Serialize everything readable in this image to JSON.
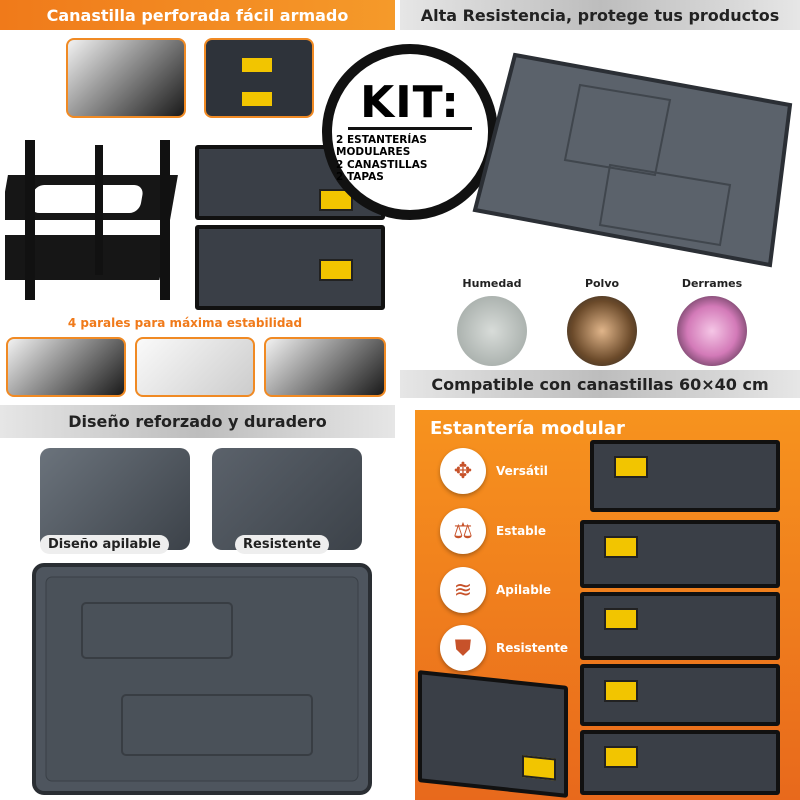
{
  "top_left": {
    "banner": "Canastilla perforada fácil armado",
    "caption": "4 parales para máxima estabilidad"
  },
  "kit": {
    "title": "KIT:",
    "items": [
      "2 ESTANTERÍAS MODULARES",
      "2 CANASTILLAS",
      "2 TAPAS"
    ]
  },
  "top_right": {
    "banner": "Alta Resistencia, protege tus productos",
    "hazards": [
      {
        "label": "Humedad"
      },
      {
        "label": "Polvo"
      },
      {
        "label": "Derrames"
      }
    ],
    "bottom_banner": "Compatible con canastillas 60×40 cm"
  },
  "bottom_left": {
    "banner": "Diseño reforzado y duradero",
    "details": [
      "Diseño apilable",
      "Resistente"
    ]
  },
  "bottom_right": {
    "title": "Estantería modular",
    "features": [
      {
        "label": "Versátil",
        "icon": "arrows-expand-icon"
      },
      {
        "label": "Estable",
        "icon": "balance-icon"
      },
      {
        "label": "Apilable",
        "icon": "layers-icon"
      },
      {
        "label": "Resistente",
        "icon": "shield-fist-icon"
      }
    ],
    "colors": {
      "orange": "#f07a1a",
      "yellow": "#f2c500"
    }
  }
}
